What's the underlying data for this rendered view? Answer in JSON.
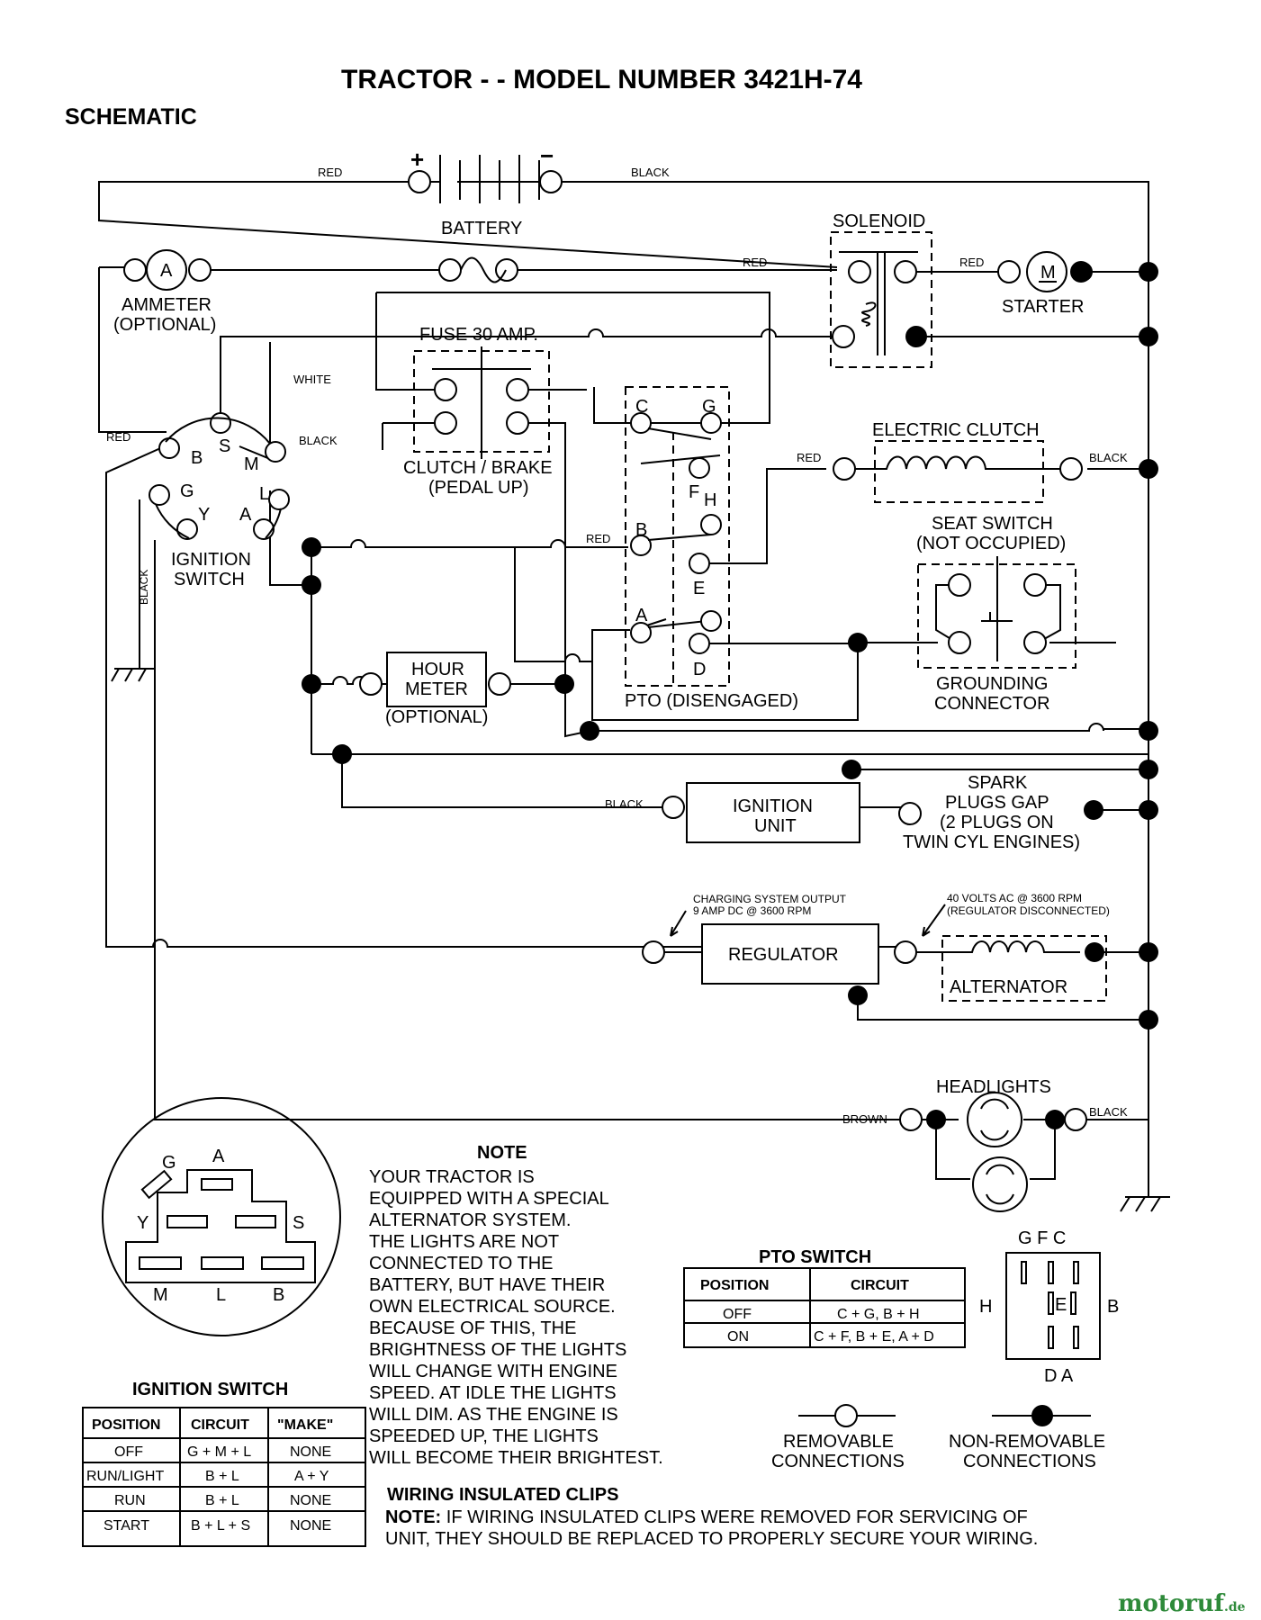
{
  "title": "TRACTOR - - MODEL NUMBER 3421H-74",
  "subtitle": "SCHEMATIC",
  "wire_labels": {
    "red_top": "RED",
    "black_top": "BLACK",
    "red_solenoid": "RED",
    "red_starter": "RED",
    "white": "WHITE",
    "red_left": "RED",
    "black_ign": "BLACK",
    "red_clutch": "RED",
    "black_clutch": "BLACK",
    "red_pto": "RED",
    "black_vertical": "BLACK",
    "black_ignition_unit": "BLACK",
    "brown": "BROWN",
    "black_headlights": "BLACK"
  },
  "components": {
    "battery": "BATTERY",
    "battery_plus": "+",
    "battery_minus": "−",
    "solenoid": "SOLENOID",
    "ammeter_symbol": "A",
    "ammeter": "AMMETER",
    "ammeter_optional": "(OPTIONAL)",
    "starter_symbol": "M",
    "starter": "STARTER",
    "fuse": "FUSE 30 AMP.",
    "clutch_brake": "CLUTCH / BRAKE",
    "clutch_brake_sub": "(PEDAL UP)",
    "electric_clutch": "ELECTRIC CLUTCH",
    "seat_switch": "SEAT SWITCH",
    "seat_switch_sub": "(NOT OCCUPIED)",
    "grounding_connector": "GROUNDING",
    "grounding_connector_2": "CONNECTOR",
    "ignition_switch": "IGNITION",
    "ignition_switch_2": "SWITCH",
    "hour_meter": "HOUR",
    "hour_meter_2": "METER",
    "hour_meter_optional": "(OPTIONAL)",
    "pto": "PTO (DISENGAGED)",
    "ignition_unit": "IGNITION",
    "ignition_unit_2": "UNIT",
    "spark_1": "SPARK",
    "spark_2": "PLUGS GAP",
    "spark_3": "(2 PLUGS ON",
    "spark_4": "TWIN CYL  ENGINES)",
    "charging_1": "CHARGING SYSTEM OUTPUT",
    "charging_2": "9 AMP DC @ 3600 RPM",
    "regulator": "REGULATOR",
    "alt_out_1": "40 VOLTS AC @ 3600 RPM",
    "alt_out_2": "(REGULATOR DISCONNECTED)",
    "alternator": "ALTERNATOR",
    "headlights": "HEADLIGHTS"
  },
  "ignition_terminals": [
    "B",
    "S",
    "M",
    "L",
    "G",
    "Y",
    "A"
  ],
  "pto_terminals": [
    "C",
    "G",
    "F",
    "H",
    "B",
    "E",
    "A",
    "D"
  ],
  "note": {
    "heading": "NOTE",
    "lines": [
      "YOUR TRACTOR IS",
      "EQUIPPED WITH A SPECIAL",
      "ALTERNATOR SYSTEM.",
      "THE LIGHTS ARE NOT",
      "CONNECTED TO THE",
      "BATTERY, BUT HAVE THEIR",
      "OWN ELECTRICAL SOURCE.",
      "BECAUSE OF THIS, THE",
      "BRIGHTNESS OF THE LIGHTS",
      "WILL CHANGE WITH ENGINE",
      "SPEED.  AT IDLE THE LIGHTS",
      "WILL DIM.  AS THE ENGINE IS",
      "SPEEDED UP, THE LIGHTS",
      "WILL BECOME THEIR BRIGHTEST."
    ]
  },
  "ignition_plug": {
    "letters": [
      "G",
      "A",
      "Y",
      "S",
      "M",
      "L",
      "B"
    ],
    "title": "IGNITION SWITCH"
  },
  "ignition_table": {
    "headers": [
      "POSITION",
      "CIRCUIT",
      "\"MAKE\""
    ],
    "rows": [
      [
        "OFF",
        "G + M + L",
        "NONE"
      ],
      [
        "RUN/LIGHT",
        "B + L",
        "A + Y"
      ],
      [
        "RUN",
        "B + L",
        "NONE"
      ],
      [
        "START",
        "B + L + S",
        "NONE"
      ]
    ]
  },
  "pto_table": {
    "title": "PTO SWITCH",
    "headers": [
      "POSITION",
      "CIRCUIT"
    ],
    "rows": [
      [
        "OFF",
        "C + G, B + H"
      ],
      [
        "ON",
        "C + F, B + E, A + D"
      ]
    ]
  },
  "pto_plug": {
    "top": "G F C",
    "left": "H",
    "right": "B",
    "center": "E",
    "bottom": "D A"
  },
  "legend": {
    "removable_1": "REMOVABLE",
    "removable_2": "CONNECTIONS",
    "nonremovable_1": "NON-REMOVABLE",
    "nonremovable_2": "CONNECTIONS"
  },
  "clips": {
    "heading": "WIRING INSULATED CLIPS",
    "note_label": "NOTE:",
    "note_text": " IF WIRING INSULATED CLIPS WERE REMOVED FOR SERVICING OF",
    "note_text_2": "UNIT, THEY SHOULD BE REPLACED TO PROPERLY SECURE YOUR WIRING."
  },
  "watermark": {
    "main": "motoruf",
    "suffix": ".de"
  }
}
